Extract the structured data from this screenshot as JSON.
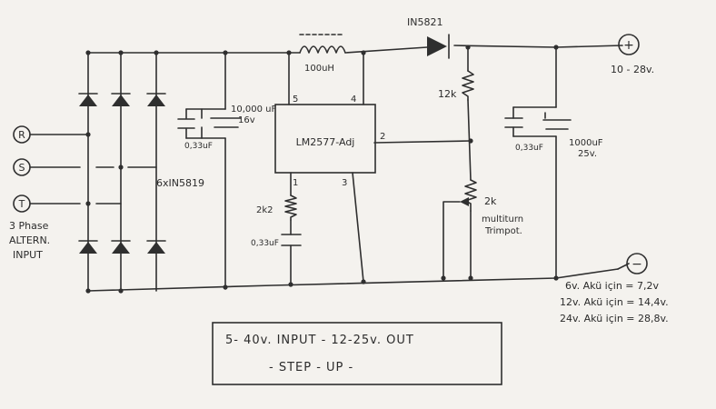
{
  "inputs": {
    "r": "R",
    "s": "S",
    "t": "T"
  },
  "input_label": [
    "3 Phase",
    "ALTERN.",
    "INPUT"
  ],
  "rectifier_label": "6xIN5819",
  "cap_input": {
    "large": [
      "10,000 uF",
      "16v"
    ],
    "small": "0,33uF"
  },
  "inductor": "100uH",
  "diode": "IN5821",
  "ic": {
    "name": "LM2577-Adj",
    "pins": {
      "p1": "1",
      "p2": "2",
      "p3": "3",
      "p4": "4",
      "p5": "5"
    }
  },
  "feedback": {
    "resistor": "12k",
    "trimpot": [
      "2k",
      "multiturn",
      "Trimpot."
    ]
  },
  "compensation": {
    "resistor": "2k2",
    "cap": "0,33uF"
  },
  "cap_output": {
    "small": "0,33uF",
    "large": [
      "1000uF",
      "25v."
    ]
  },
  "terminals": {
    "plus": "+",
    "minus": "−",
    "output_range": "10 - 28v."
  },
  "notes": [
    "6v. Akü için = 7,2v",
    "12v. Akü için = 14,4v.",
    "24v. Akü için = 28,8v."
  ],
  "title_box": {
    "line1": "5- 40v. INPUT  -  12-25v. OUT",
    "line2": "- STEP - UP -"
  }
}
